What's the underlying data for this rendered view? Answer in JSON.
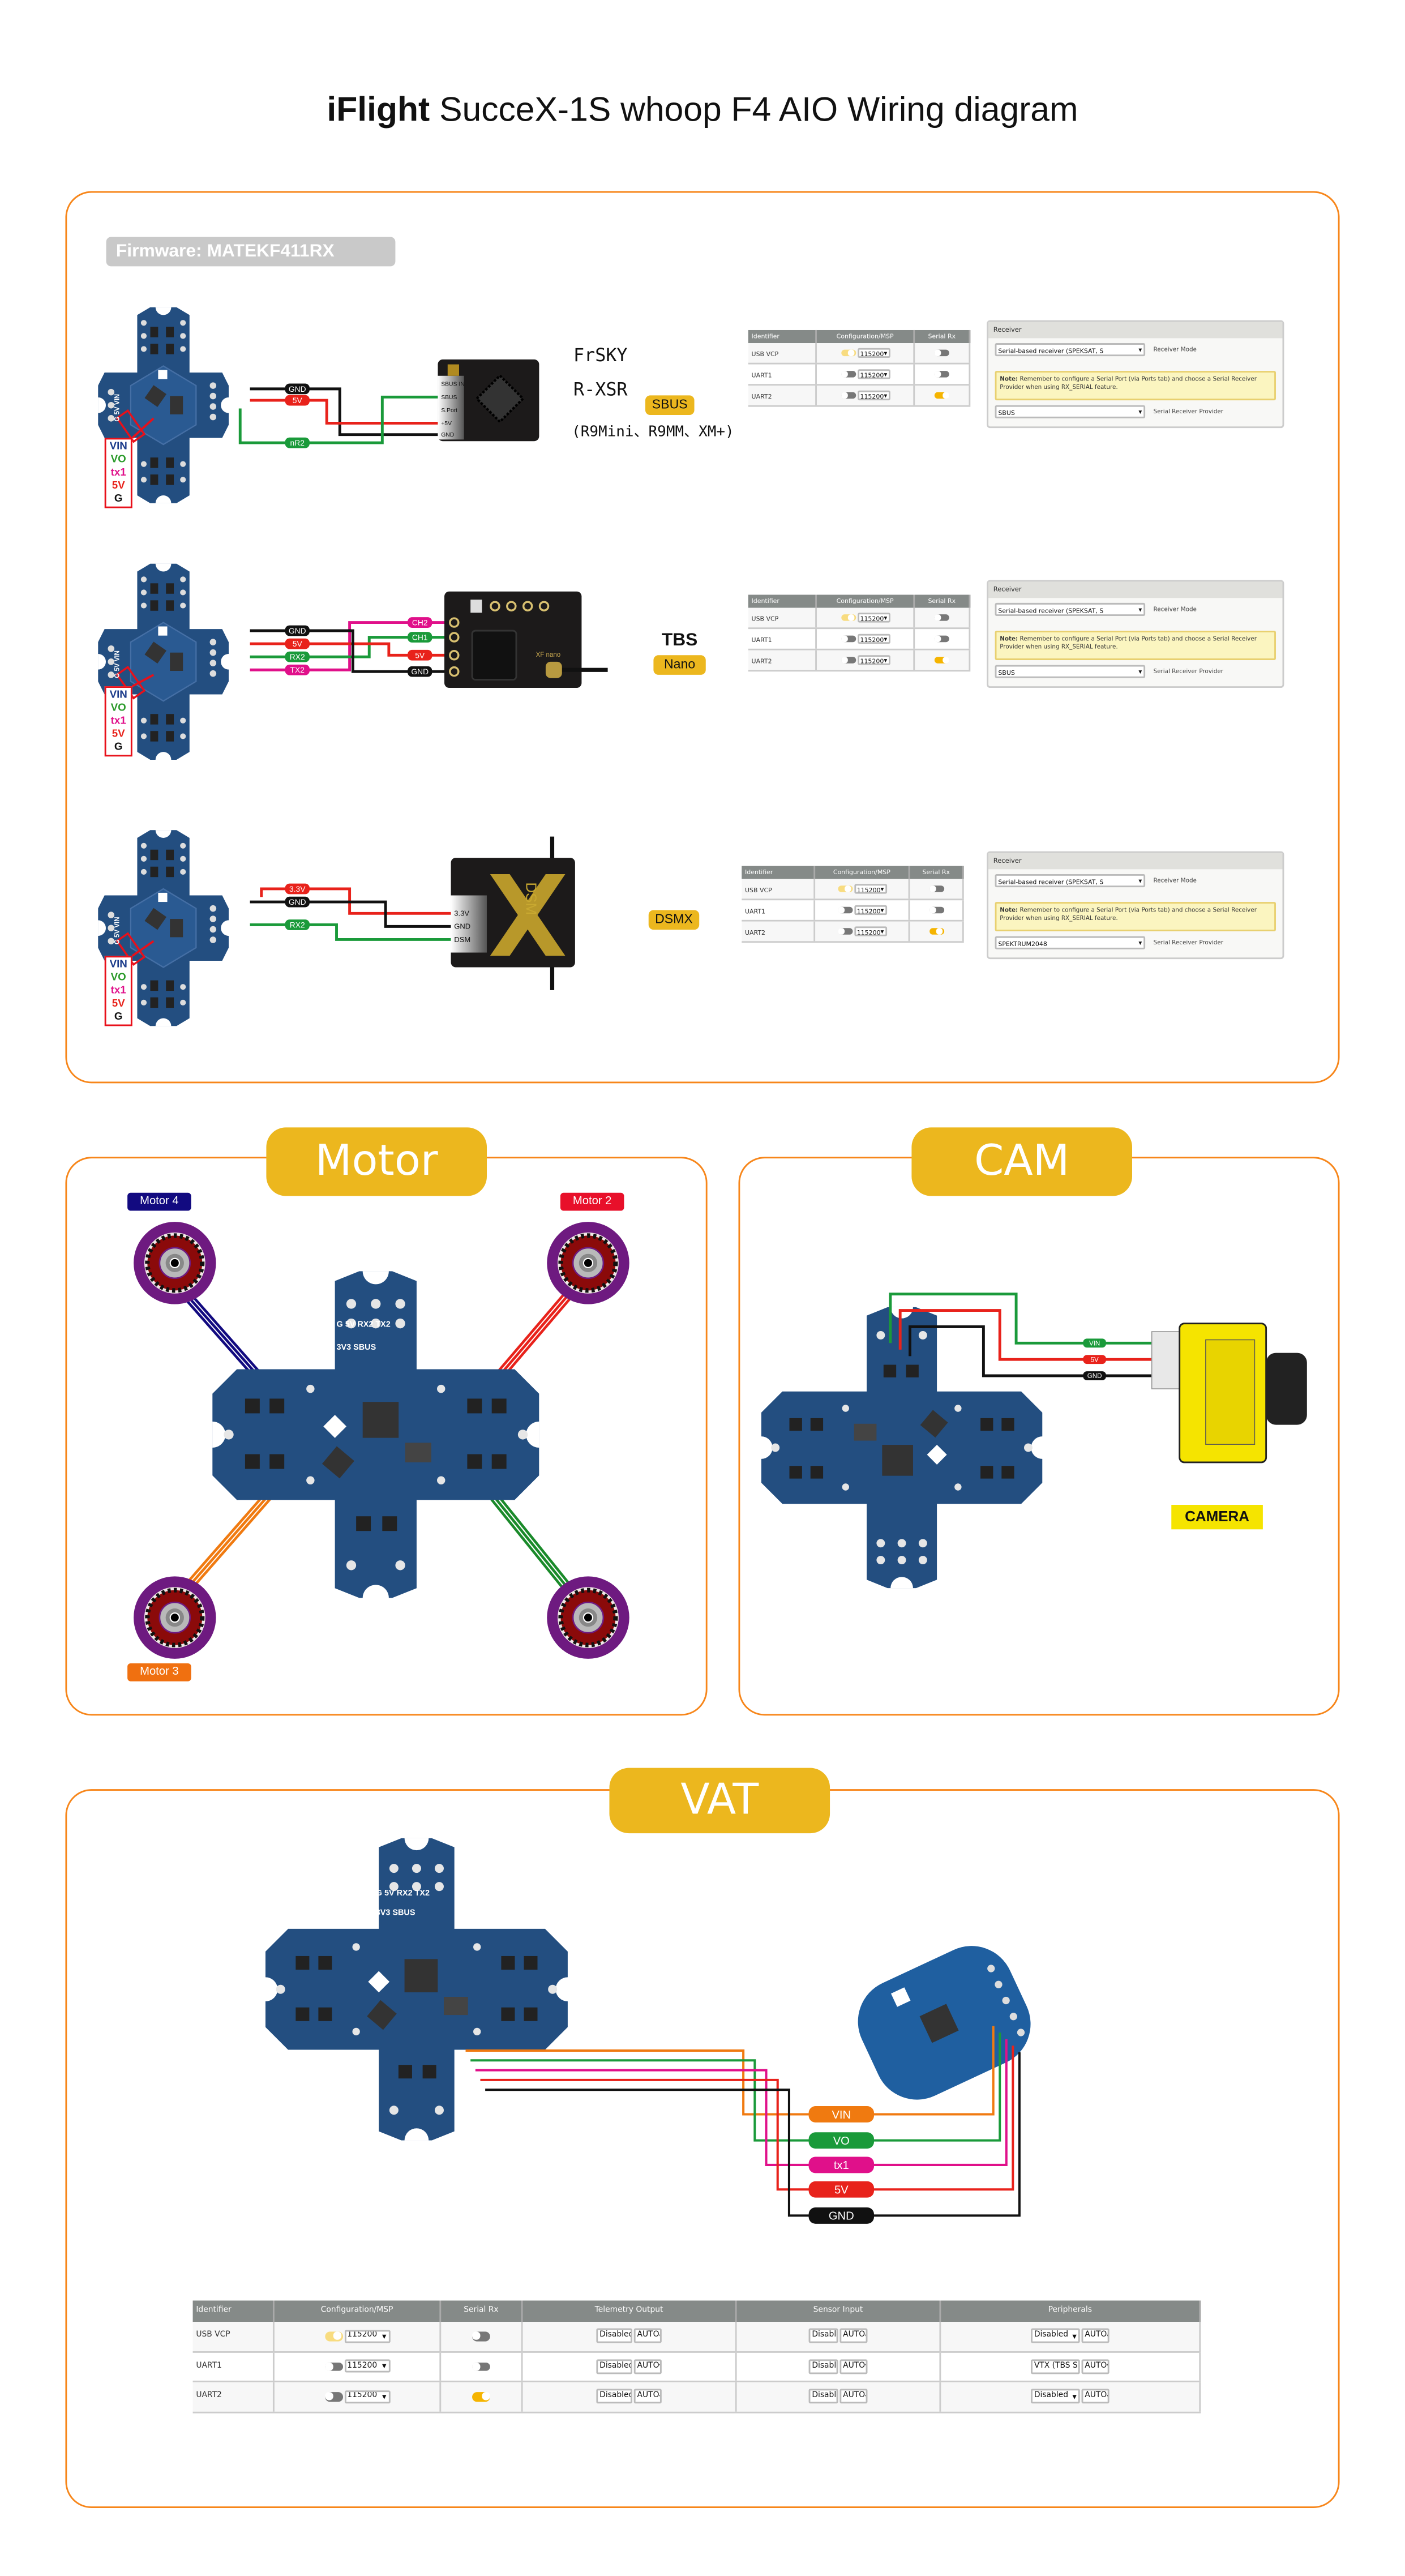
{
  "title": {
    "brand": "iFlight",
    "rest": "SucceX-1S whoop F4 AIO  Wiring  diagram"
  },
  "firmware": "Firmware: MATEKF411RX",
  "colors": {
    "frame": "#f7861a",
    "badge": "#ecb71e",
    "board": "#234e80",
    "gnd": "#111111",
    "v5": "#e8221b",
    "green": "#1a9a3a",
    "magenta": "#e0108a",
    "orange": "#f07a10",
    "navy": "#120a80",
    "motor": "#6e1a80"
  },
  "pin_legend": [
    "VIN",
    "VO",
    "tx1",
    "5V",
    "G"
  ],
  "board_silkscreen": {
    "top": "G  5V RX2 TX2",
    "bottom": "3V3 SBUS",
    "side": "G 5V VIN"
  },
  "receivers": [
    {
      "wires": [
        "GND",
        "5V",
        "nR2"
      ],
      "rx_pins": [
        "SBUS IN",
        "SBUS",
        "S.Port",
        "+5V",
        "GND"
      ],
      "name_lines": [
        "FrSKY",
        "R-XSR"
      ],
      "protocol": "SBUS",
      "models": "(R9Mini、R9MM、XM+)"
    },
    {
      "wires": [
        "GND",
        "5V",
        "RX2",
        "TX2"
      ],
      "rx_wires": [
        "CH2",
        "CH1",
        "5V",
        "GND"
      ],
      "rx_silkscreen": "XF nano",
      "name_lines": [
        "TBS"
      ],
      "protocol": "Nano"
    },
    {
      "wires": [
        "3.3V",
        "GND",
        "RX2"
      ],
      "rx_pins": [
        "3.3V",
        "GND",
        "DSM"
      ],
      "rx_logo": "DSM",
      "protocol": "DSMX"
    }
  ],
  "ports_small": [
    {
      "headers": [
        "Identifier",
        "Configuration/MSP",
        "Serial Rx"
      ],
      "rows": [
        {
          "id": "USB VCP",
          "msp": "pale",
          "baud": "115200",
          "serial_rx": "off"
        },
        {
          "id": "UART1",
          "msp": "off",
          "baud": "115200",
          "serial_rx": "off"
        },
        {
          "id": "UART2",
          "msp": "off",
          "baud": "115200",
          "serial_rx": "on"
        }
      ]
    },
    {
      "headers": [
        "Identifier",
        "Configuration/MSP",
        "Serial Rx"
      ],
      "rows": [
        {
          "id": "USB VCP",
          "msp": "pale",
          "baud": "115200",
          "serial_rx": "off"
        },
        {
          "id": "UART1",
          "msp": "off",
          "baud": "115200",
          "serial_rx": "off"
        },
        {
          "id": "UART2",
          "msp": "off",
          "baud": "115200",
          "serial_rx": "on"
        }
      ]
    },
    {
      "headers": [
        "Identifier",
        "Configuration/MSP",
        "Serial Rx"
      ],
      "rows": [
        {
          "id": "USB VCP",
          "msp": "pale",
          "baud": "115200",
          "serial_rx": "off"
        },
        {
          "id": "UART1",
          "msp": "off",
          "baud": "115200",
          "serial_rx": "off"
        },
        {
          "id": "UART2",
          "msp": "off",
          "baud": "115200",
          "serial_rx": "on"
        }
      ]
    }
  ],
  "receiver_panels": [
    {
      "title": "Receiver",
      "mode_value": "Serial-based receiver (SPEKSAT, S",
      "mode_label": "Receiver Mode",
      "note_bold": "Note:",
      "note_text": " Remember to configure a Serial Port (via Ports tab) and choose a Serial Receiver Provider when using RX_SERIAL feature.",
      "provider_value": "SBUS",
      "provider_label": "Serial Receiver Provider"
    },
    {
      "title": "Receiver",
      "mode_value": "Serial-based receiver (SPEKSAT, S",
      "mode_label": "Receiver Mode",
      "note_bold": "Note:",
      "note_text": " Remember to configure a Serial Port (via Ports tab) and choose a Serial Receiver Provider when using RX_SERIAL feature.",
      "provider_value": "SBUS",
      "provider_label": "Serial Receiver Provider"
    },
    {
      "title": "Receiver",
      "mode_value": "Serial-based receiver (SPEKSAT, S",
      "mode_label": "Receiver Mode",
      "note_bold": "Note:",
      "note_text": " Remember to configure a Serial Port (via Ports tab) and choose a Serial Receiver Provider when using RX_SERIAL feature.",
      "provider_value": "SPEKTRUM2048",
      "provider_label": "Serial Receiver Provider"
    }
  ],
  "motor_section": {
    "title": "Motor",
    "labels": [
      "Motor 4",
      "Motor 2",
      "Motor 3"
    ]
  },
  "cam_section": {
    "title": "CAM",
    "wires": [
      "VIN",
      "5V",
      "GND"
    ],
    "camera_label": "CAMERA"
  },
  "vat_section": {
    "title": "VAT",
    "wires": [
      "VIN",
      "VO",
      "tx1",
      "5V",
      "GND"
    ]
  },
  "ports_full": {
    "headers": [
      "Identifier",
      "Configuration/MSP",
      "Serial Rx",
      "Telemetry Output",
      "Sensor Input",
      "Peripherals"
    ],
    "rows": [
      {
        "id": "USB VCP",
        "msp": "pale",
        "baud": "115200",
        "serial_rx": "off",
        "telemetry": [
          "Disabled",
          "AUTO"
        ],
        "sensor": [
          "Disabled",
          "AUTO"
        ],
        "peripherals": [
          "Disabled",
          "AUTO"
        ]
      },
      {
        "id": "UART1",
        "msp": "off",
        "baud": "115200",
        "serial_rx": "off",
        "telemetry": [
          "Disabled",
          "AUTO"
        ],
        "sensor": [
          "Disabled",
          "AUTO"
        ],
        "peripherals": [
          "VTX (TBS Sm:",
          "AUTO"
        ]
      },
      {
        "id": "UART2",
        "msp": "off",
        "baud": "115200",
        "serial_rx": "on",
        "telemetry": [
          "Disabled",
          "AUTO"
        ],
        "sensor": [
          "Disabled",
          "AUTO"
        ],
        "peripherals": [
          "Disabled",
          "AUTO"
        ]
      }
    ]
  }
}
